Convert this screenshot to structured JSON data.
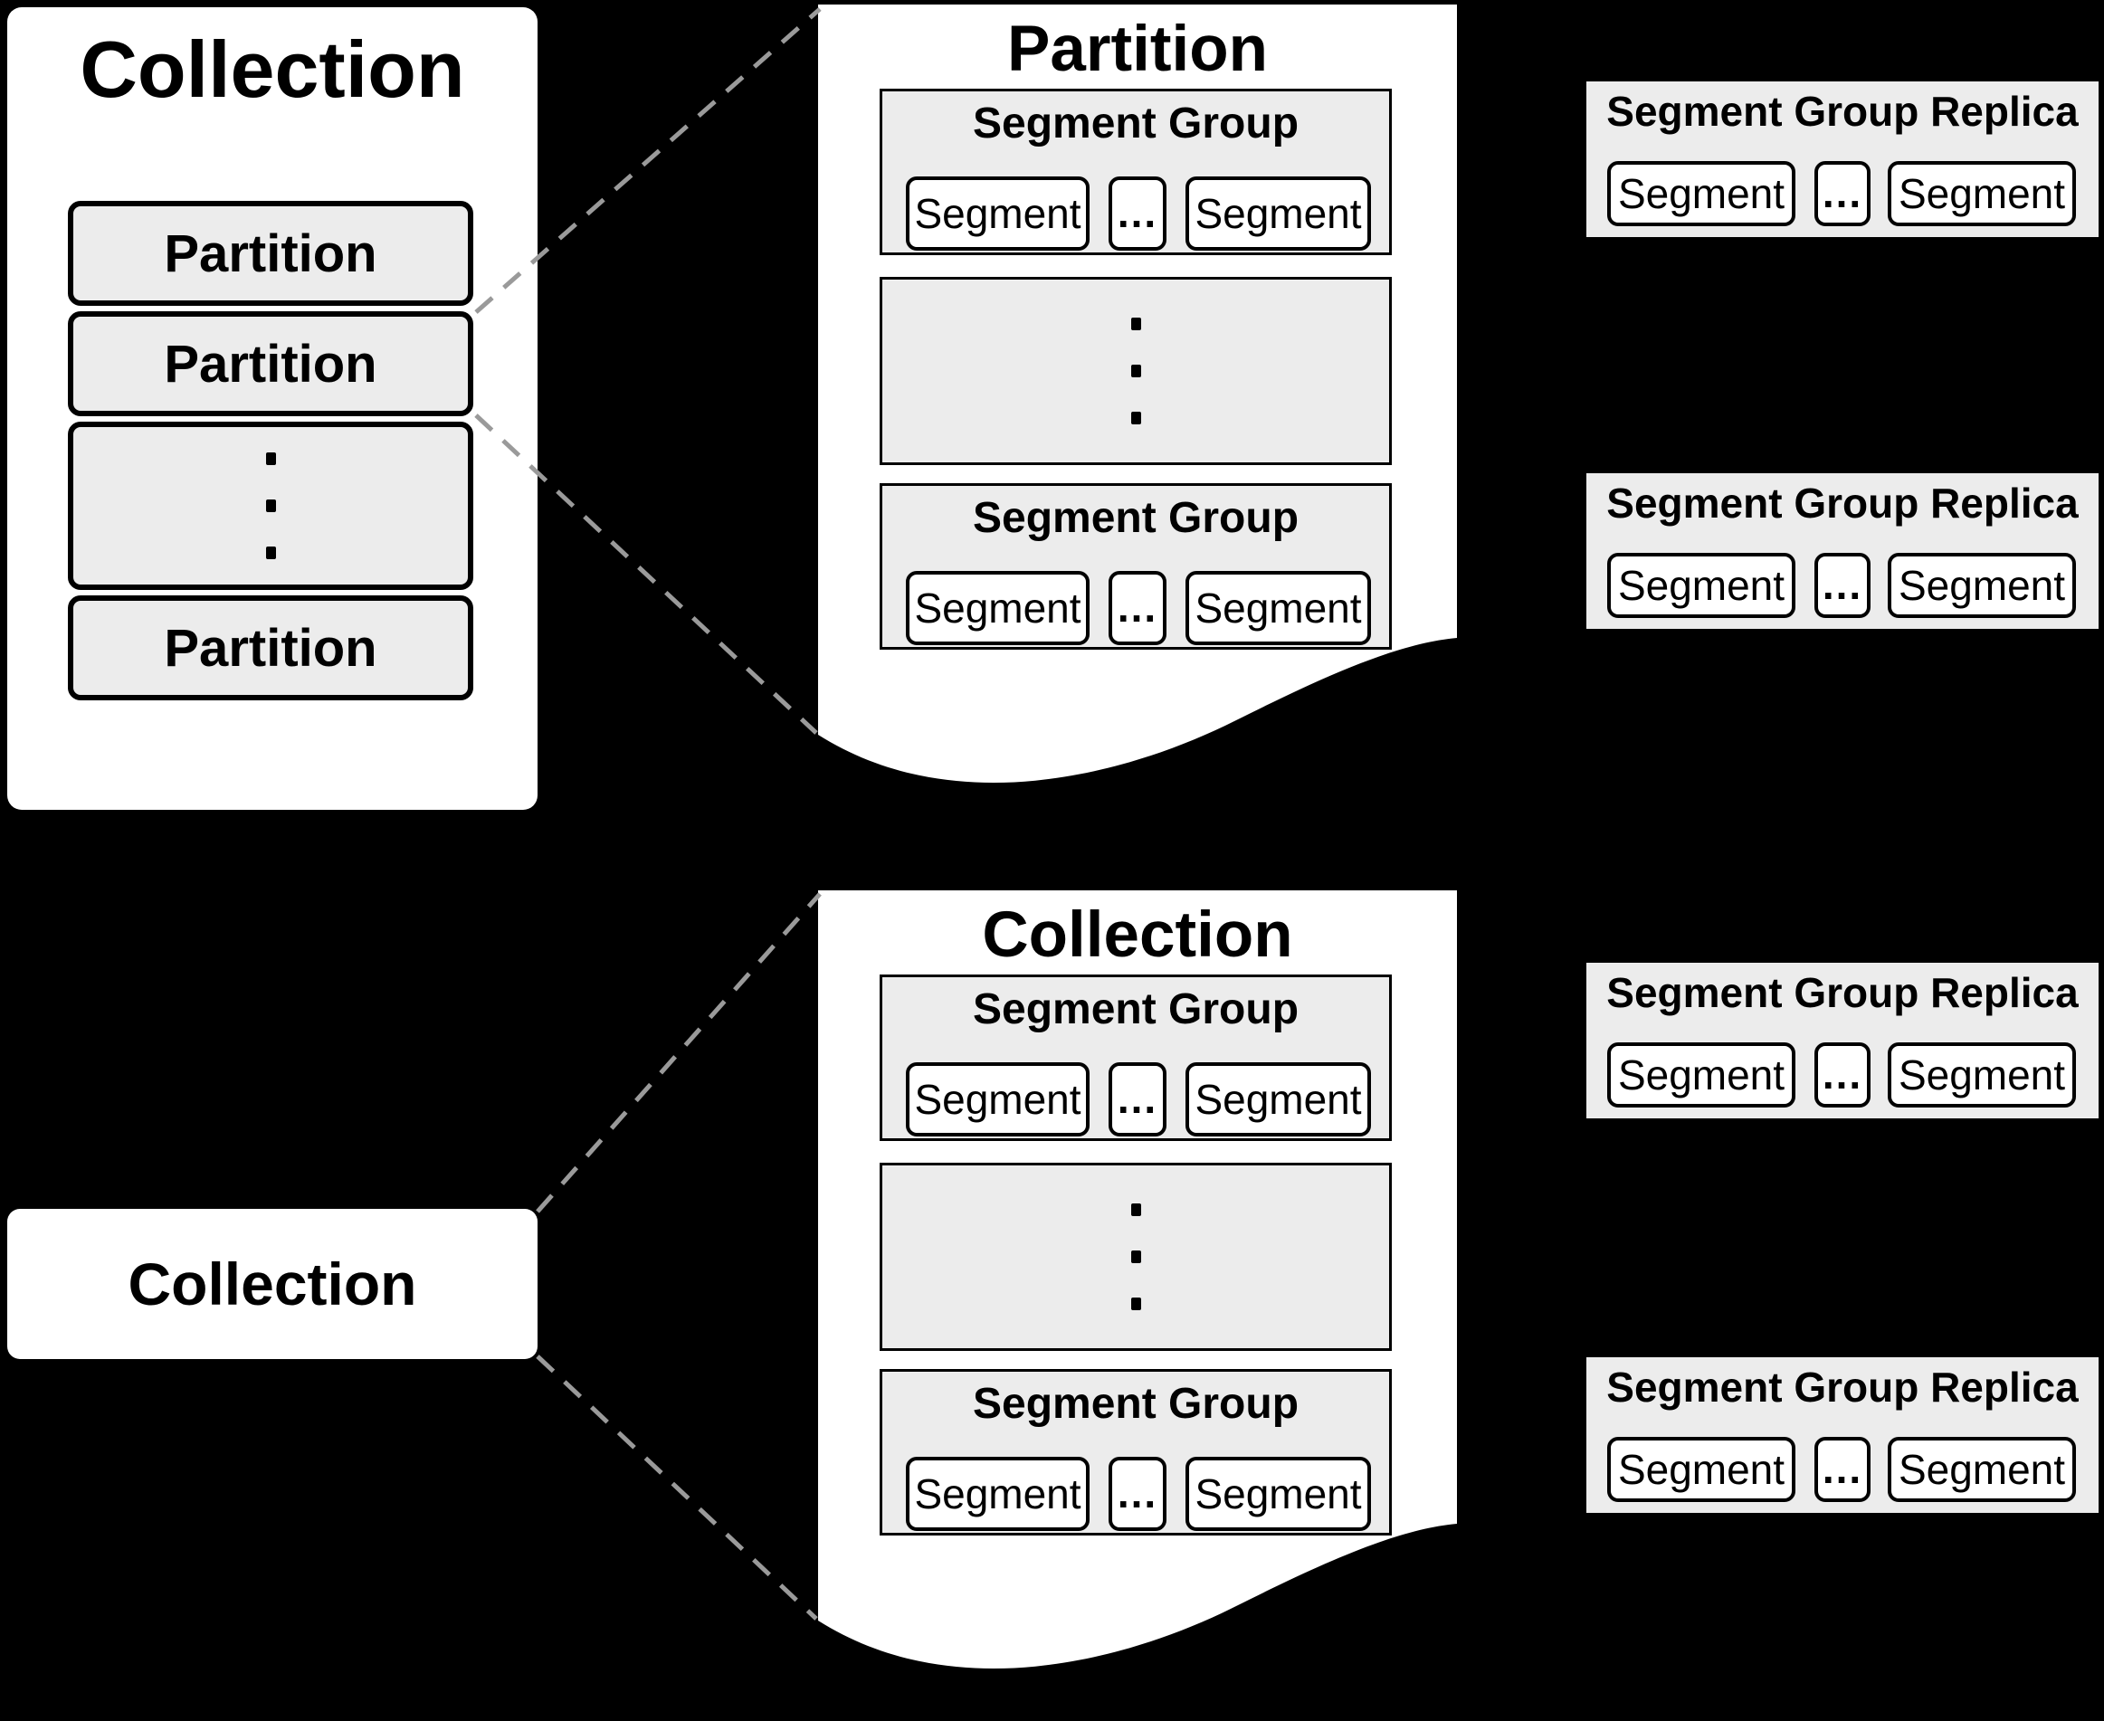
{
  "colors": {
    "background": "#000000",
    "box_fill": "#ffffff",
    "panel_fill": "#ececec",
    "border": "#000000",
    "dashed_line": "#9a9a9a"
  },
  "top_section": {
    "collection_box": {
      "title": "Collection",
      "partitions": [
        {
          "label": "Partition"
        },
        {
          "label": "Partition"
        },
        {
          "label": "Partition"
        }
      ],
      "vertical_ellipsis": "⋮"
    },
    "partition_detail": {
      "title": "Partition",
      "vertical_ellipsis": "⋮",
      "segment_groups": [
        {
          "title": "Segment Group",
          "segment_left": "Segment",
          "ellipsis": "...",
          "segment_right": "Segment"
        },
        {
          "title": "Segment Group",
          "segment_left": "Segment",
          "ellipsis": "...",
          "segment_right": "Segment"
        }
      ]
    },
    "replicas": [
      {
        "title": "Segment Group Replica",
        "segment_left": "Segment",
        "ellipsis": "...",
        "segment_right": "Segment"
      },
      {
        "title": "Segment Group Replica",
        "segment_left": "Segment",
        "ellipsis": "...",
        "segment_right": "Segment"
      }
    ]
  },
  "bottom_section": {
    "collection_label_box": {
      "title": "Collection"
    },
    "collection_detail": {
      "title": "Collection",
      "vertical_ellipsis": "⋮",
      "segment_groups": [
        {
          "title": "Segment Group",
          "segment_left": "Segment",
          "ellipsis": "...",
          "segment_right": "Segment"
        },
        {
          "title": "Segment Group",
          "segment_left": "Segment",
          "ellipsis": "...",
          "segment_right": "Segment"
        }
      ]
    },
    "replicas": [
      {
        "title": "Segment Group Replica",
        "segment_left": "Segment",
        "ellipsis": "...",
        "segment_right": "Segment"
      },
      {
        "title": "Segment Group Replica",
        "segment_left": "Segment",
        "ellipsis": "...",
        "segment_right": "Segment"
      }
    ]
  }
}
